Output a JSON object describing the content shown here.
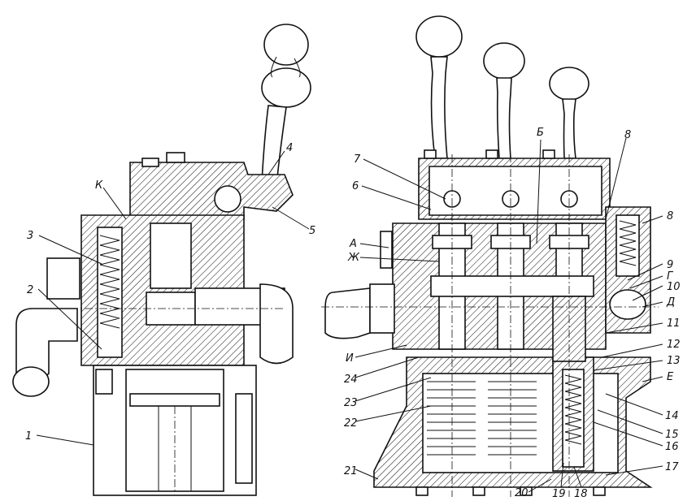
{
  "labels": {
    "left_view": [
      "К",
      "3",
      "2",
      "1",
      "4",
      "5"
    ],
    "right_view_left": [
      "7",
      "6",
      "А",
      "Ж",
      "И",
      "24",
      "23",
      "22",
      "21"
    ],
    "right_view_top": [
      "Б",
      "8"
    ],
    "right_view_right": [
      "8",
      "9",
      "Г",
      "10",
      "Д",
      "11",
      "12",
      "13",
      "Е",
      "14",
      "15",
      "16",
      "17"
    ],
    "right_view_bottom": [
      "20",
      "19",
      "18"
    ]
  }
}
